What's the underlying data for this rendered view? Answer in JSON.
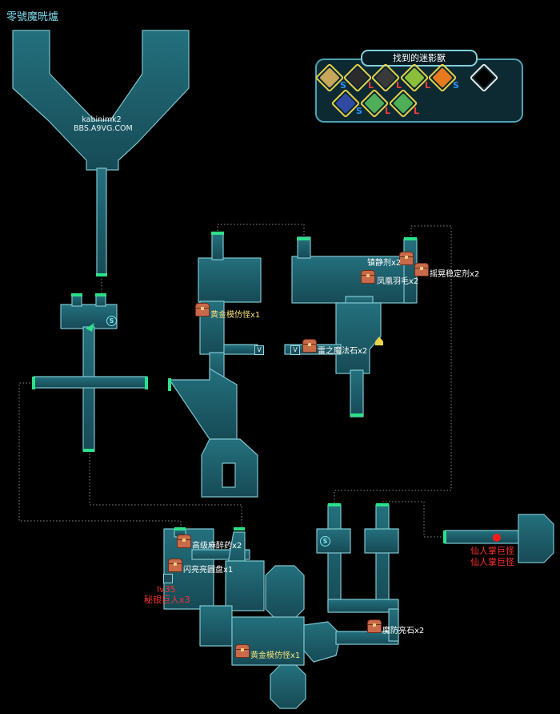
{
  "area_title": "零號魔晄爐",
  "credit": {
    "line1": "kabinimk2",
    "line2": "BBS.A9VG.COM"
  },
  "panel": {
    "title": "找到的迷影獸",
    "monsters": [
      {
        "name": "monster-icon-1",
        "rank": "S",
        "color": "#c9a75a"
      },
      {
        "name": "monster-icon-2",
        "rank": "L",
        "color": "#2b2b2b"
      },
      {
        "name": "monster-icon-3",
        "rank": "L",
        "color": "#3a3a3a"
      },
      {
        "name": "monster-icon-4",
        "rank": "L",
        "color": "#8bbf3a"
      },
      {
        "name": "monster-icon-5",
        "rank": "S",
        "color": "#e87a1e"
      },
      {
        "name": "monster-icon-empty",
        "rank": "",
        "color": "#000000"
      },
      {
        "name": "monster-icon-6",
        "rank": "S",
        "color": "#2f4aa0"
      },
      {
        "name": "monster-icon-7",
        "rank": "L",
        "color": "#4fae58"
      },
      {
        "name": "monster-icon-8",
        "rank": "L",
        "color": "#4fae58"
      }
    ]
  },
  "items": {
    "tranquilizer": "镇静剂x2",
    "phoenix_down": "凤凰羽毛x2",
    "sway_stabilizer": "摇晃稳定剂x2",
    "gold_mimic_1": "黄金模仿怪x1",
    "thunder_stone": "雷之魔法石x2",
    "hi_tranquilizer": "高级麻醉药x2",
    "shiny_disk": "闪亮亮圆盘x1",
    "magic_defense_stone": "魔防亮石x2",
    "gold_mimic_2": "黄金模仿怪x1"
  },
  "enemies": {
    "mythril_level": "lv35",
    "mythril_name": "秘银巨人x3",
    "cactuar_1": "仙人掌巨怪",
    "cactuar_2": "仙人掌巨怪"
  },
  "colors": {
    "floor": "#1c5a66",
    "wall": "#5fa8b4",
    "exit": "#2de08a",
    "accent": "#7fd8ea",
    "marker": "#ff1a1a"
  },
  "icons": {
    "save": "S",
    "vendor": "V"
  }
}
